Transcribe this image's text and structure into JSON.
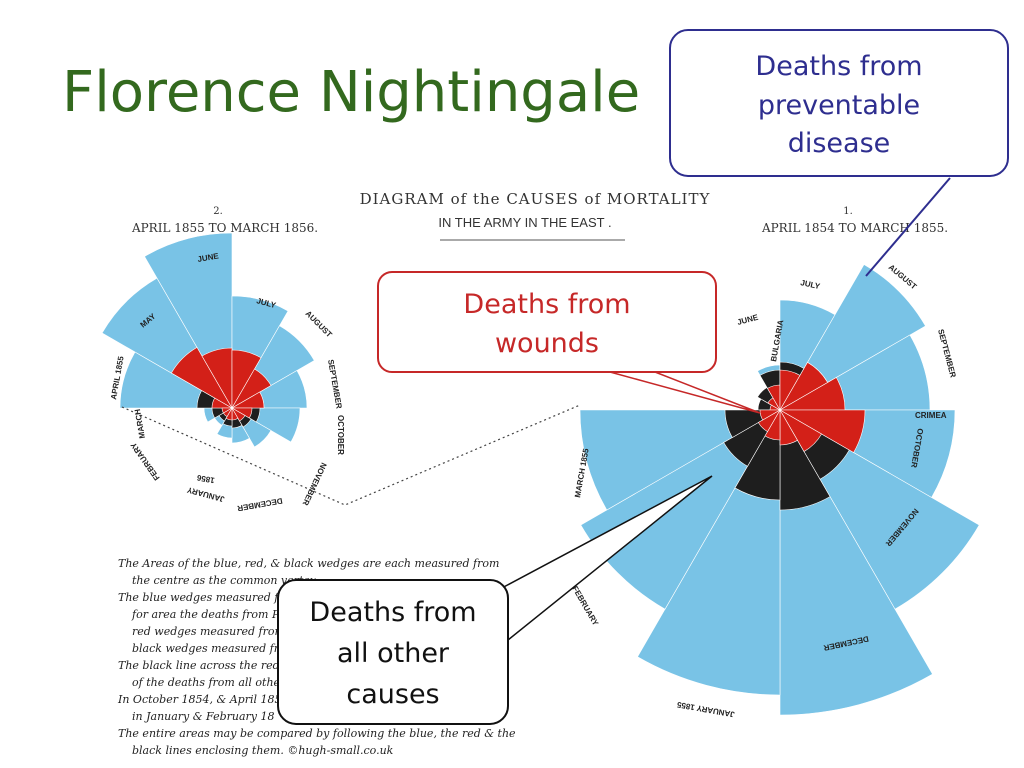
{
  "slide": {
    "title": "Florence Nightingale"
  },
  "diagram": {
    "heading_line1": "DIAGRAM of the CAUSES of MORTALITY",
    "heading_line2": "IN THE ARMY IN THE EAST .",
    "small_plot": {
      "number": "2.",
      "period": "APRIL 1855 TO MARCH 1856."
    },
    "large_plot": {
      "number": "1.",
      "period": "APRIL 1854 TO MARCH 1855."
    },
    "month_labels_small": [
      "JUNE",
      "JULY",
      "AUGUST",
      "SEPTEMBER",
      "OCTOBER",
      "NOVEMBER",
      "DECEMBER",
      "JANUARY",
      "FEBRUARY",
      "MARCH",
      "APRIL 1855",
      "MAY",
      "1856"
    ],
    "month_labels_large": [
      "JULY",
      "AUGUST",
      "SEPTEMBER",
      "CRIMEA",
      "OCTOBER",
      "NOVEMBER",
      "DECEMBER",
      "JANUARY 1855",
      "FEBRUARY",
      "MARCH 1855",
      "JUNE",
      "BULGARIA"
    ],
    "notes": [
      "The Areas of the blue, red, & black wedges are each measured from",
      "the centre as the common vertex.",
      "The blue wedges measured fro",
      "for area the deaths from P",
      "red wedges measured from",
      "black wedges measured fro",
      "The black line across the red",
      "of the deaths from all othe",
      "In October 1854, & April 185",
      "in January & February 18",
      "The entire areas may be compared by following the blue, the red & the",
      "black lines enclosing them.   ©hugh-small.co.uk"
    ]
  },
  "callouts": {
    "disease": "Deaths from preventable disease",
    "wounds": "Deaths from wounds",
    "other": "Deaths from all other causes"
  },
  "colors": {
    "title": "#33691e",
    "disease": "#79c3e6",
    "wounds": "#d32018",
    "other": "#1e1e1e",
    "callout_blue": "#2e2e8f",
    "callout_red": "#c62828"
  }
}
